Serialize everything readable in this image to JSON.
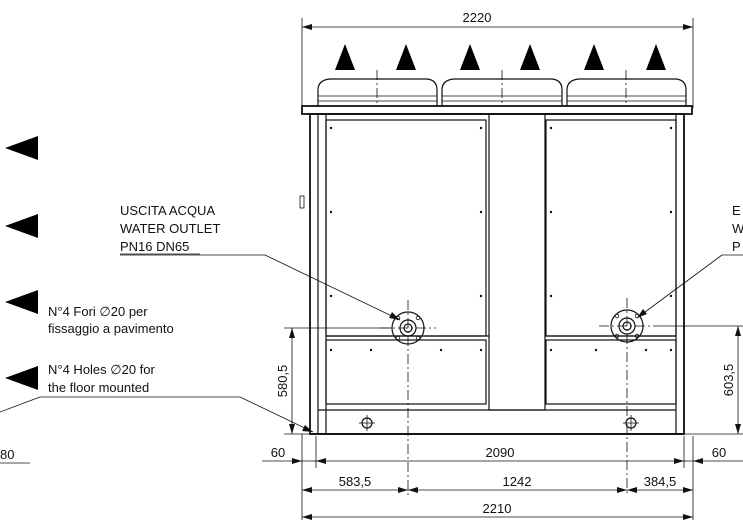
{
  "dimensions": {
    "overall_top": "2220",
    "base_width": "2090",
    "outer_base": "2210",
    "left_offset": "583,5",
    "center_spacing": "1242",
    "right_offset": "384,5",
    "left_margin": "60",
    "right_margin": "60",
    "left_height": "580,5",
    "right_height": "603,5",
    "cut_left": "80"
  },
  "labels": {
    "outlet_it": "USCITA ACQUA",
    "outlet_en": "WATER OUTLET",
    "outlet_spec": "PN16 DN65",
    "inlet_it": "E",
    "inlet_en": "W",
    "inlet_spec": "P",
    "holes_it_1": "N°4 Fori ∅20 per",
    "holes_it_2": "fissaggio a pavimento",
    "holes_en_1": "N°4 Holes ∅20 for",
    "holes_en_2": "the floor mounted"
  }
}
